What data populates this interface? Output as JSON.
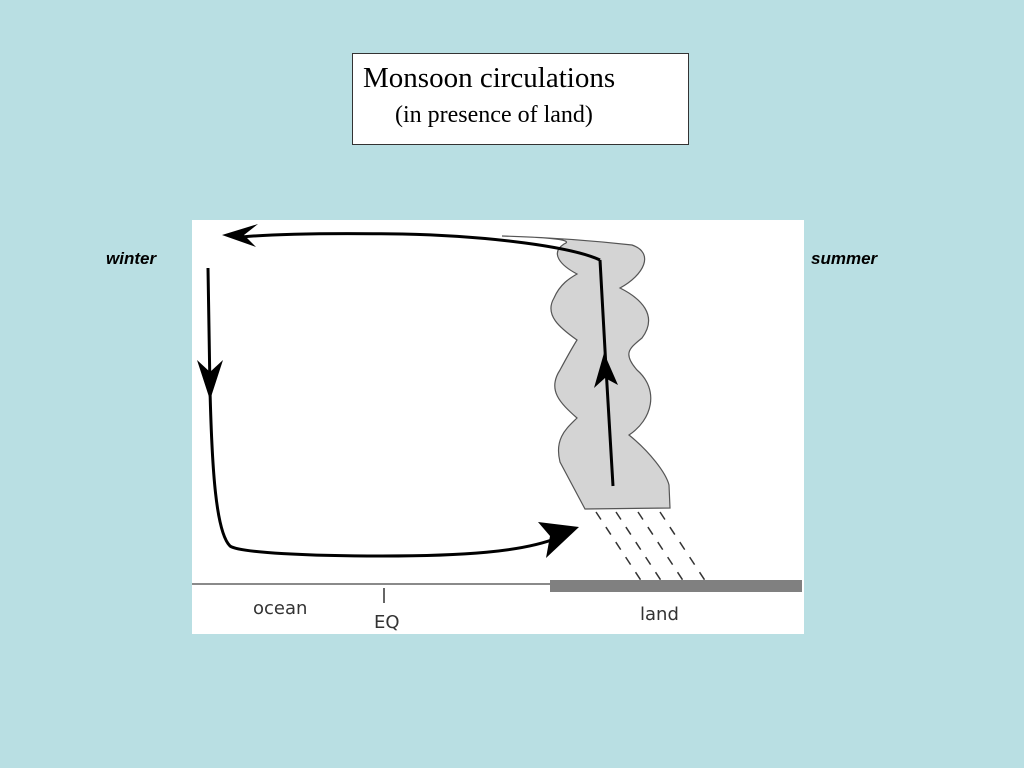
{
  "title": {
    "main": "Monsoon circulations",
    "sub": "(in presence of land)"
  },
  "seasons": {
    "left": "winter",
    "right": "summer"
  },
  "diagram": {
    "surface_labels": {
      "ocean": "ocean",
      "equator": "EQ",
      "land": "land"
    },
    "colors": {
      "background": "#b9dfe3",
      "panel": "#ffffff",
      "cloud_fill": "#d4d4d4",
      "land_bar": "#808080",
      "arrow": "#000000"
    }
  }
}
